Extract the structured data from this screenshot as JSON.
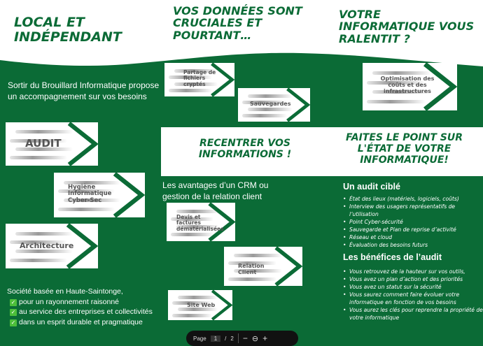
{
  "headings": {
    "local": "LOCAL ET INDÉPENDANT",
    "donnees": "VOS DONNÉES SONT CRUCIALES ET POURTANT…",
    "ralentit": "VOTRE INFORMATIQUE VOUS RALENTIT ?",
    "recentrer": "RECENTRER VOS INFORMATIONS !",
    "point": "FAITES LE POINT SUR L'ÉTAT DE VOTRE INFORMATIQUE!"
  },
  "intro": "Sortir du Brouillard Informatique propose un accompagnement sur vos besoins",
  "crm": "Les avantages d’un CRM ou gestion de la relation client",
  "company": {
    "line": "Société basée en Haute-Saintonge,",
    "items": [
      "pour un rayonnement raisonné",
      "au service des entreprises et collectivités",
      "dans un esprit durable et pragmatique"
    ]
  },
  "cards": {
    "partage": "Partage de fichiers cryptés",
    "sauvegardes": "Sauvegardes",
    "optimisation": "Optimisation des coûts et des infrastructures",
    "audit": "AUDIT",
    "hygiene": "Hygiène Informatique Cyber-Sec",
    "architecture": "Architecture",
    "devis": "Devis et factures dématérialisées",
    "relation": "Relation Client",
    "site": "Site Web"
  },
  "audit": {
    "title": "Un audit ciblé",
    "items": [
      "État des lieux (matériels, logiciels, coûts)",
      "Interview des usagers représentatifs de l’utilisation",
      "Point Cyber-sécurité",
      "Sauvegarde et Plan de reprise d’activité",
      "Réseau et cloud",
      "Évaluation des besoins futurs"
    ],
    "benefits_title": "Les bénéfices de l’audit",
    "benefits": [
      "Vous retrouvez de la hauteur sur vos outils,",
      "Vous avez un plan d’action et des priorités",
      "Vous avez un statut sur la sécurité",
      "Vous saurez comment faire évoluer votre informatique en fonction de vos besoins",
      "Vous aurez les clés pour reprendre la propriété de votre informatique"
    ]
  },
  "toolbar": {
    "page_label": "Page",
    "page": "1",
    "sep": "/",
    "total": "2",
    "zoom_out": "−",
    "zoom_reset": "⊖",
    "zoom_in": "+"
  },
  "colors": {
    "green": "#0b6b36"
  }
}
